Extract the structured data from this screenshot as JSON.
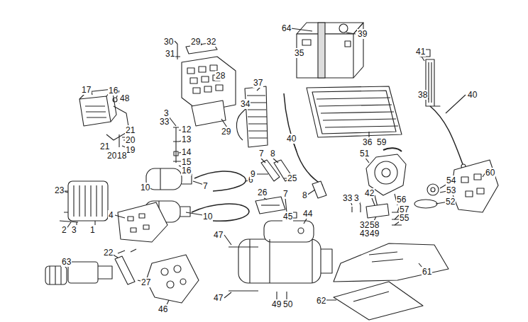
{
  "diagram": {
    "labels": [
      "64",
      "39",
      "35",
      "41",
      "38",
      "40",
      "37",
      "34",
      "40",
      "36",
      "59",
      "51",
      "60",
      "54",
      "53",
      "52",
      "30",
      "29",
      "32",
      "31",
      "28",
      "29",
      "17",
      "16",
      "48",
      "21",
      "20",
      "19",
      "21",
      "20",
      "18",
      "3",
      "33",
      "12",
      "13",
      "14",
      "15",
      "16",
      "10",
      "10",
      "7",
      "6",
      "7",
      "8",
      "9",
      "25",
      "8",
      "7",
      "26",
      "45",
      "44",
      "47",
      "47",
      "49",
      "50",
      "62",
      "61",
      "33",
      "3",
      "42",
      "56",
      "57",
      "55",
      "32",
      "58",
      "43",
      "49",
      "23",
      "2",
      "3",
      "1",
      "4",
      "22",
      "27",
      "63",
      "46"
    ]
  }
}
